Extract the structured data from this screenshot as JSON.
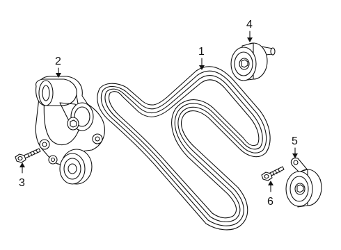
{
  "callouts": {
    "belt": "1",
    "tensioner": "2",
    "tensioner_bolt": "3",
    "idler_pulley": "4",
    "idler_pulley_lower": "5",
    "idler_bolt": "6"
  },
  "colors": {
    "line": "#111111",
    "background": "#ffffff"
  }
}
